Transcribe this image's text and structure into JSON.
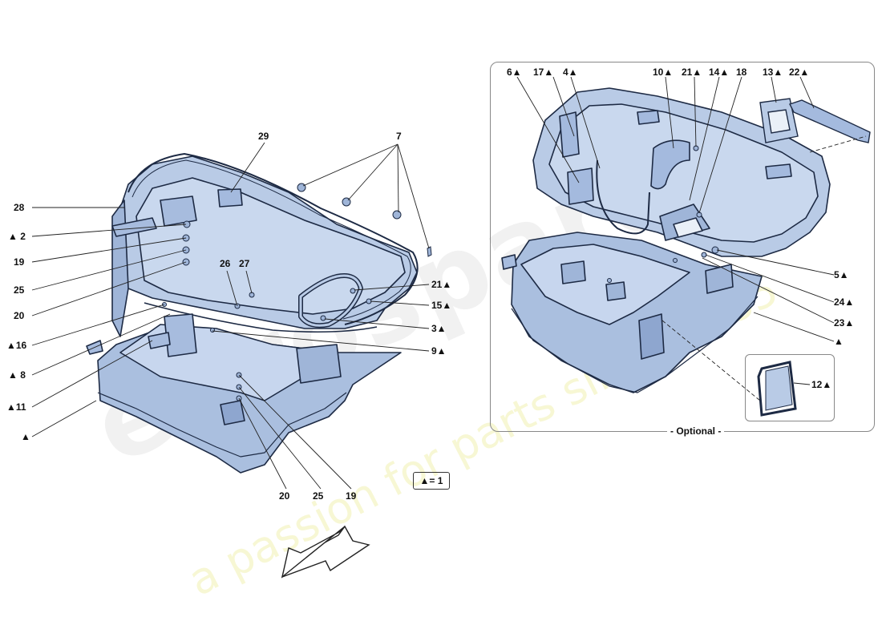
{
  "labels": {
    "l28": "28",
    "l2": "▲ 2",
    "l19a": "19",
    "l25a": "25",
    "l20a": "20",
    "l16": "▲16",
    "l8": "▲ 8",
    "l11": "▲11",
    "ltri_left": "▲",
    "l29": "29",
    "l7": "7",
    "l26": "26",
    "l27": "27",
    "l21a": "21▲",
    "l15": "15▲",
    "l3": "3▲",
    "l9": "9▲",
    "l20b": "20",
    "l25b": "25",
    "l19b": "19",
    "l6": "6▲",
    "l17": "17▲",
    "l4": "4▲",
    "l10": "10▲",
    "l21b": "21▲",
    "l14": "14▲",
    "l18": "18",
    "l13": "13▲",
    "l22": "22▲",
    "l5": "5▲",
    "l24": "24▲",
    "l23": "23▲",
    "ltri_right": "▲",
    "l12": "12▲"
  },
  "optional_caption": "- Optional -",
  "legend_text": "▲= 1",
  "watermark": {
    "brand": "eurospares",
    "tagline": "a passion for parts since 1985"
  },
  "colors": {
    "part_fill": "#b9cbe6",
    "part_shade": "#97aed2",
    "outline": "#1d2a44",
    "leader": "#222222"
  }
}
